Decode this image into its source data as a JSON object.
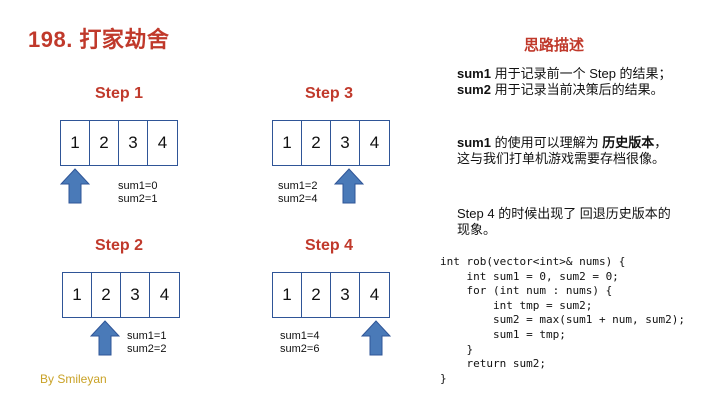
{
  "title": "198. 打家劫舍",
  "footer": "By Smileyan",
  "colors": {
    "accent": "#c0392b",
    "array_border": "#2f5597",
    "arrow_fill": "#4a7ab8",
    "footer": "#c9a227"
  },
  "steps": [
    {
      "label": "Step 1",
      "cells": [
        "1",
        "2",
        "3",
        "4"
      ],
      "pointer_index": 0,
      "sum1": "sum1=0",
      "sum2": "sum2=1"
    },
    {
      "label": "Step 2",
      "cells": [
        "1",
        "2",
        "3",
        "4"
      ],
      "pointer_index": 1,
      "sum1": "sum1=1",
      "sum2": "sum2=2"
    },
    {
      "label": "Step 3",
      "cells": [
        "1",
        "2",
        "3",
        "4"
      ],
      "pointer_index": 2,
      "sum1": "sum1=2",
      "sum2": "sum2=4"
    },
    {
      "label": "Step 4",
      "cells": [
        "1",
        "2",
        "3",
        "4"
      ],
      "pointer_index": 3,
      "sum1": "sum1=4",
      "sum2": "sum2=6"
    }
  ],
  "description": {
    "heading": "思路描述",
    "para1": {
      "b1": "sum1",
      "t1": " 用于记录前一个 Step 的结果；",
      "b2": "sum2",
      "t2": " 用于记录当前决策后的结果。"
    },
    "para2": {
      "b1": "sum1",
      "t1": " 的使用可以理解为 ",
      "b2": "历史版本",
      "t2": "，这与我们打单机游戏需要存档很像。"
    },
    "para3": "Step 4 的时候出现了 回退历史版本的现象。"
  },
  "code_lines": [
    "int rob(vector<int>& nums) {",
    "    int sum1 = 0, sum2 = 0;",
    "    for (int num : nums) {",
    "        int tmp = sum2;",
    "        sum2 = max(sum1 + num, sum2);",
    "        sum1 = tmp;",
    "    }",
    "    return sum2;",
    "}"
  ]
}
